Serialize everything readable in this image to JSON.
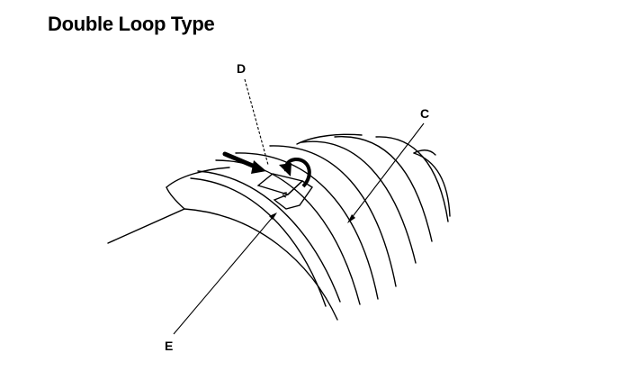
{
  "title": "Double Loop Type",
  "callouts": {
    "d": "D",
    "c": "C",
    "e": "E"
  }
}
